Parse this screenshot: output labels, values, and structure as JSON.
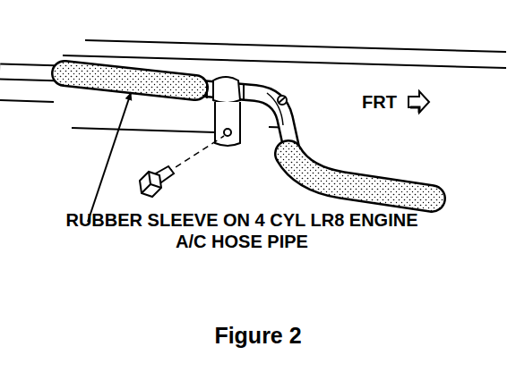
{
  "diagram": {
    "caption": "Figure 2",
    "labels": [
      "FRT",
      "RUBBER SLEEVE ON 4 CYL LR8 ENGINE A/C HOSE PIPE"
    ]
  }
}
